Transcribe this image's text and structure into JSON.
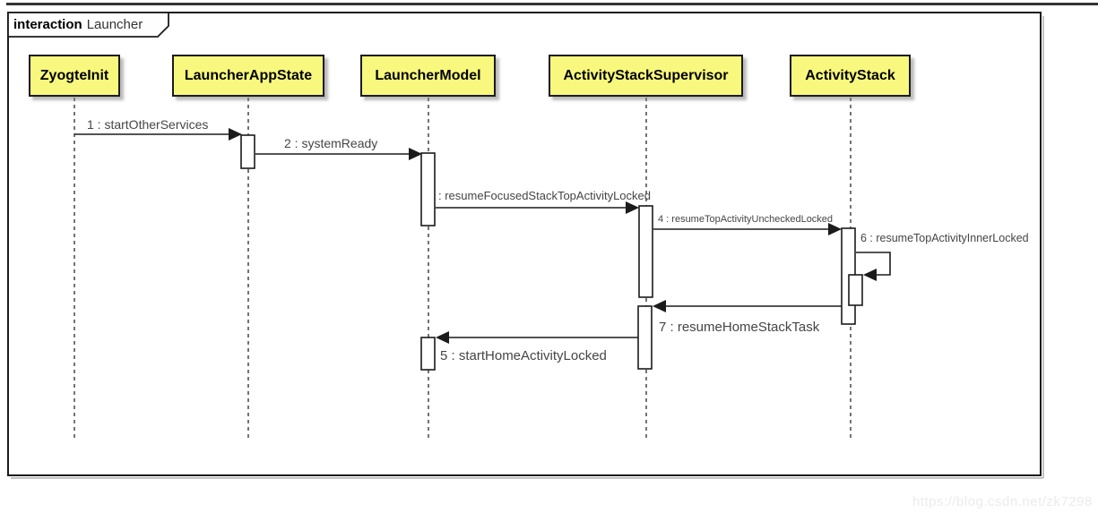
{
  "frame": {
    "keyword": "interaction",
    "title": "Launcher"
  },
  "lifelines": [
    {
      "name": "ZyogteInit"
    },
    {
      "name": "LauncherAppState"
    },
    {
      "name": "LauncherModel"
    },
    {
      "name": "ActivityStackSupervisor"
    },
    {
      "name": "ActivityStack"
    }
  ],
  "messages": [
    {
      "label": "1 : startOtherServices",
      "from": "ZyogteInit",
      "to": "LauncherAppState"
    },
    {
      "label": "2 : systemReady",
      "from": "LauncherAppState",
      "to": "LauncherModel"
    },
    {
      "label": ": resumeFocusedStackTopActivityLocked",
      "from": "LauncherModel",
      "to": "ActivityStackSupervisor"
    },
    {
      "label": "4 : resumeTopActivityUncheckedLocked",
      "from": "ActivityStackSupervisor",
      "to": "ActivityStack"
    },
    {
      "label": "5 : startHomeActivityLocked",
      "from": "ActivityStackSupervisor",
      "to": "LauncherModel"
    },
    {
      "label": "6 : resumeTopActivityInnerLocked",
      "from": "ActivityStack",
      "to": "ActivityStack",
      "self_call": true
    },
    {
      "label": "7 : resumeHomeStackTask",
      "from": "ActivityStack",
      "to": "ActivityStackSupervisor"
    }
  ],
  "watermark": "https://blog.csdn.net/zk7298",
  "colors": {
    "lifeline_box_fill": "#F8F87E",
    "border": "#1b1b1b",
    "message_text": "#454545",
    "watermark_text": "#ebebeb"
  }
}
